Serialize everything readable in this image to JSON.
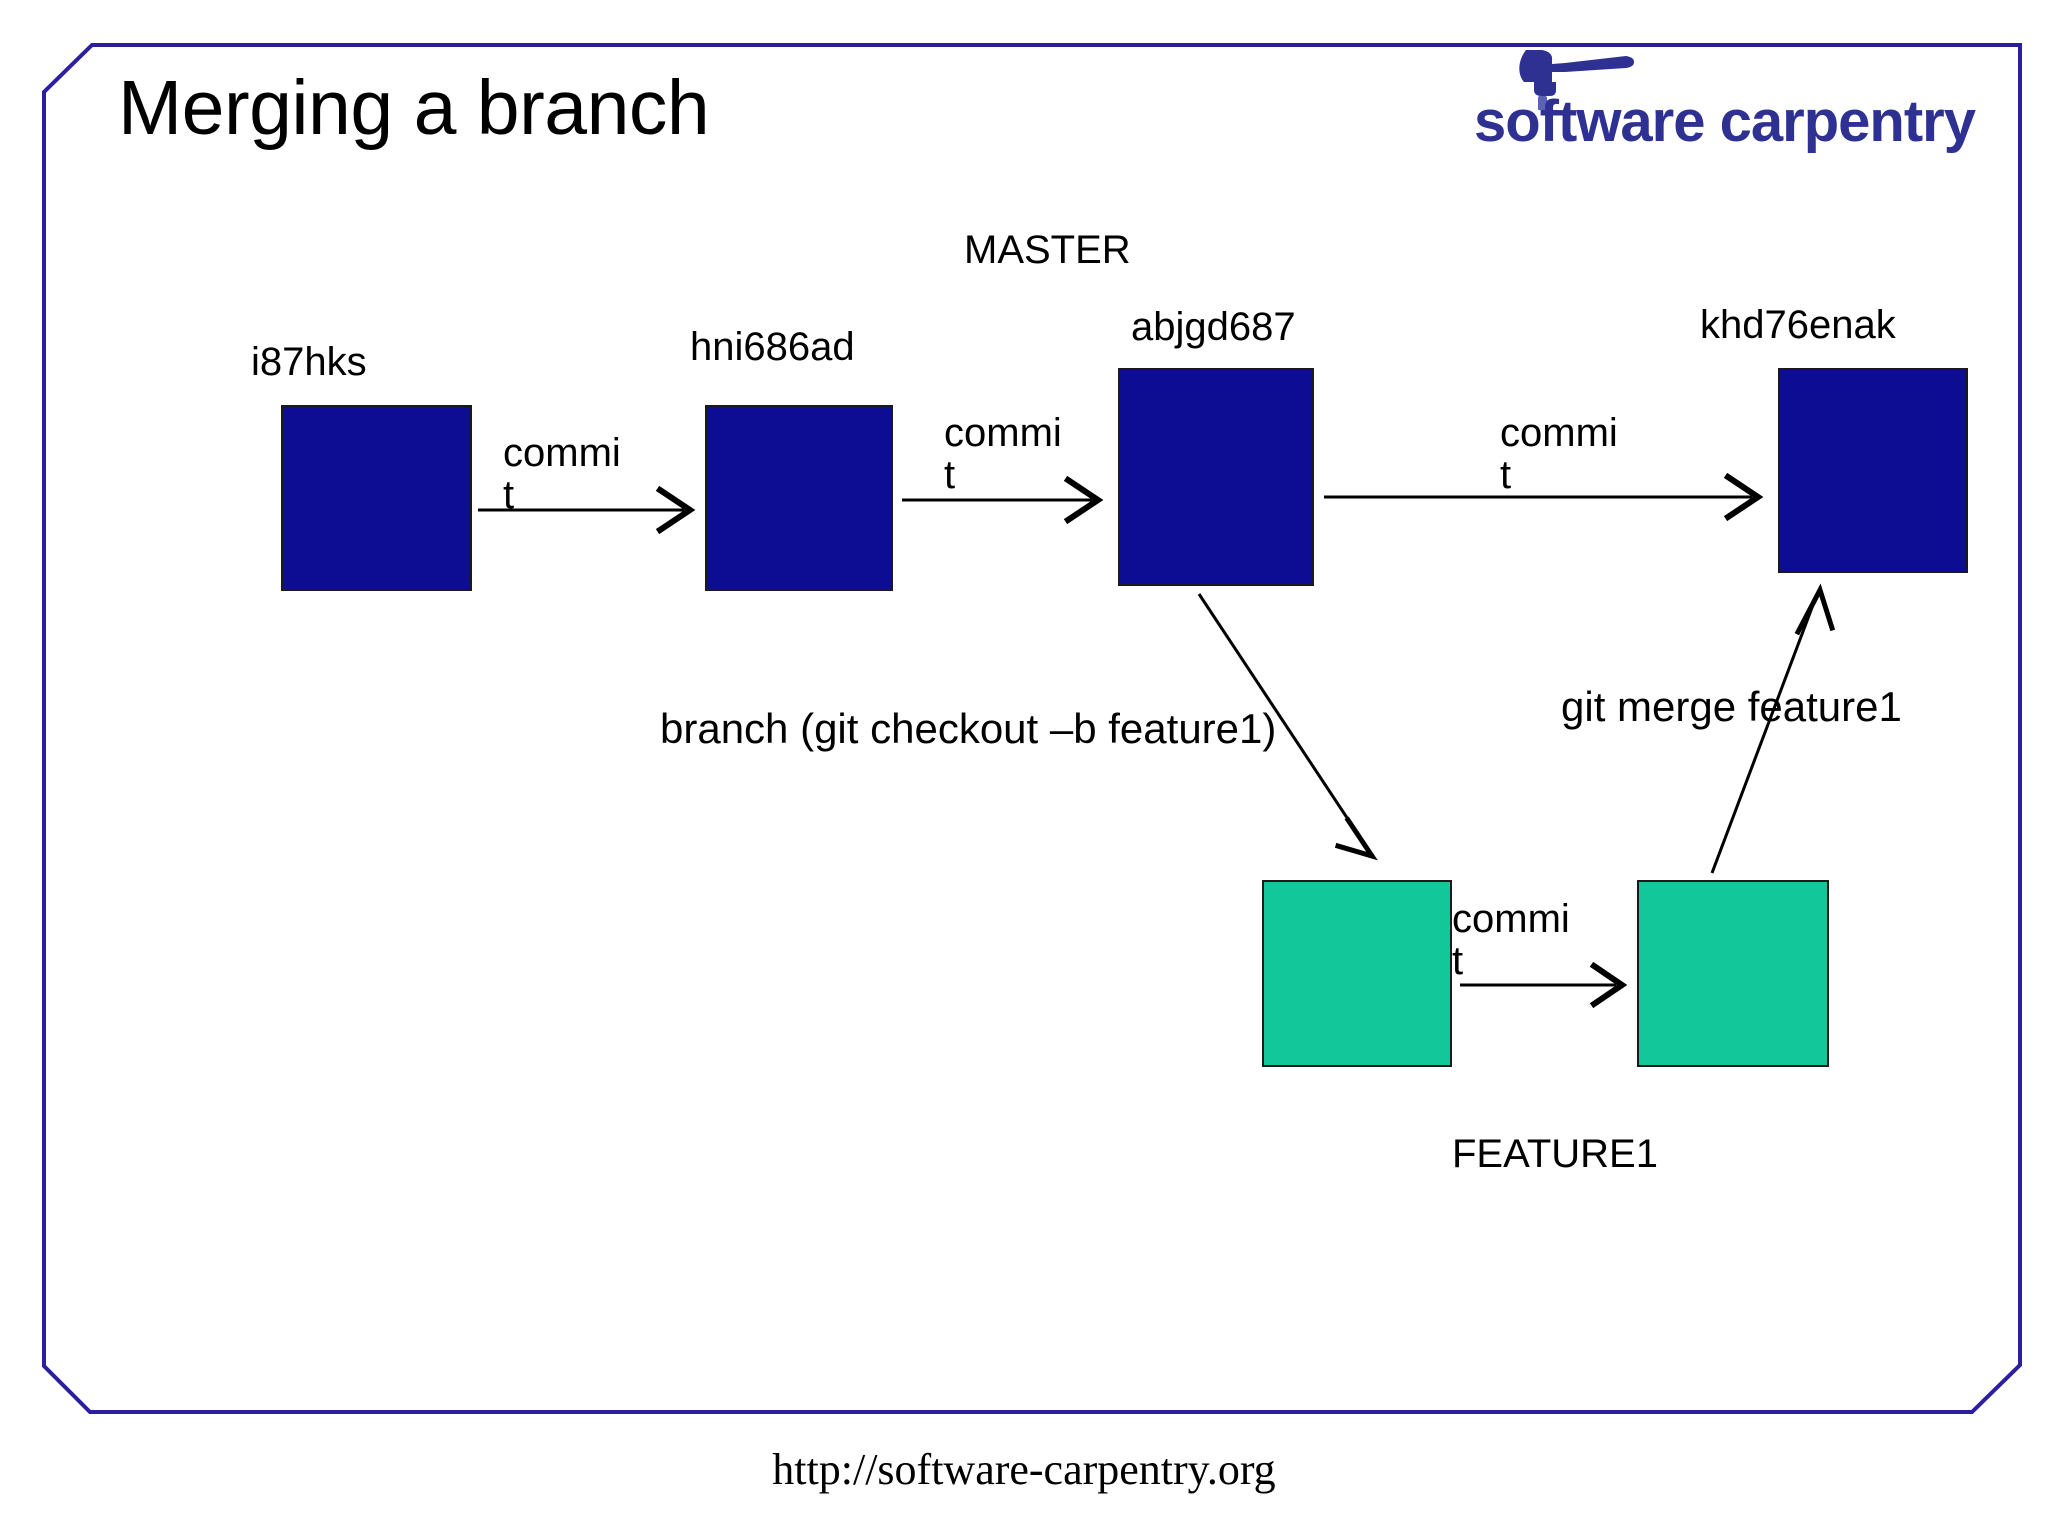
{
  "slide": {
    "title": "Merging a branch",
    "frame_color": "#2b1fa0",
    "background": "#ffffff"
  },
  "logo": {
    "wordmark": "software carpentry",
    "color": "#2e3192",
    "icon": "hammer-icon"
  },
  "diagram": {
    "master_branch_label": "MASTER",
    "feature_branch_label": "FEATURE1",
    "master_color": "#0d0d93",
    "feature_color": "#12c79a",
    "master_commits": [
      {
        "id": "i87hks"
      },
      {
        "id": "hni686ad"
      },
      {
        "id": "abjgd687"
      },
      {
        "id": "khd76enak"
      }
    ],
    "feature_commits": [
      {
        "id": ""
      },
      {
        "id": ""
      }
    ],
    "commit_arrow_label": "commit",
    "commit_arrow_labels": [
      "commit",
      "commit",
      "commit",
      "commit"
    ],
    "branch_annotation": "branch (git checkout –b feature1)",
    "merge_annotation": "git merge feature1"
  },
  "footer": {
    "url": "http://software-carpentry.org"
  }
}
